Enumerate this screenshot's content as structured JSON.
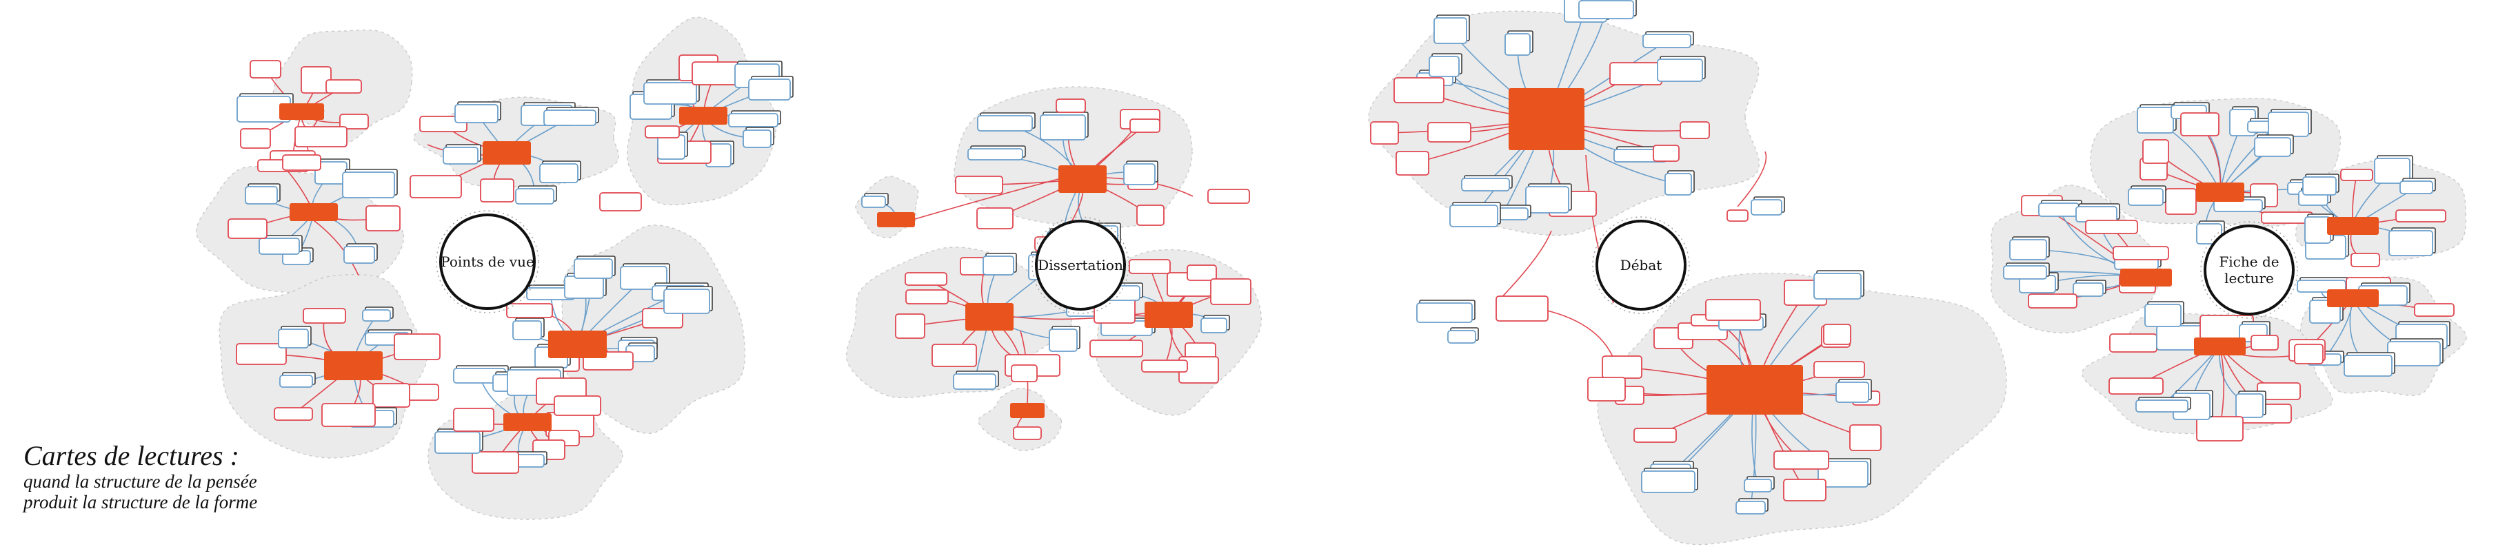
{
  "caption": {
    "title": "Cartes de lectures :",
    "line1": "quand la structure de la pensée",
    "line2": "produit la structure de la forme"
  },
  "colors": {
    "background": "#ffffff",
    "cluster_fill": "#ebebeb",
    "accent_node": "#e9531d",
    "red_line": "#e0464f",
    "blue_line": "#6a9fcb",
    "dark_line": "#3b3b3b",
    "center_ring": "#111111"
  },
  "maps": [
    {
      "id": "points-de-vue",
      "label": "Points de vue"
    },
    {
      "id": "dissertation",
      "label": "Dissertation"
    },
    {
      "id": "debat",
      "label": "Débat"
    },
    {
      "id": "fiche-de-lecture",
      "label_lines": [
        "Fiche de",
        "lecture"
      ]
    }
  ]
}
